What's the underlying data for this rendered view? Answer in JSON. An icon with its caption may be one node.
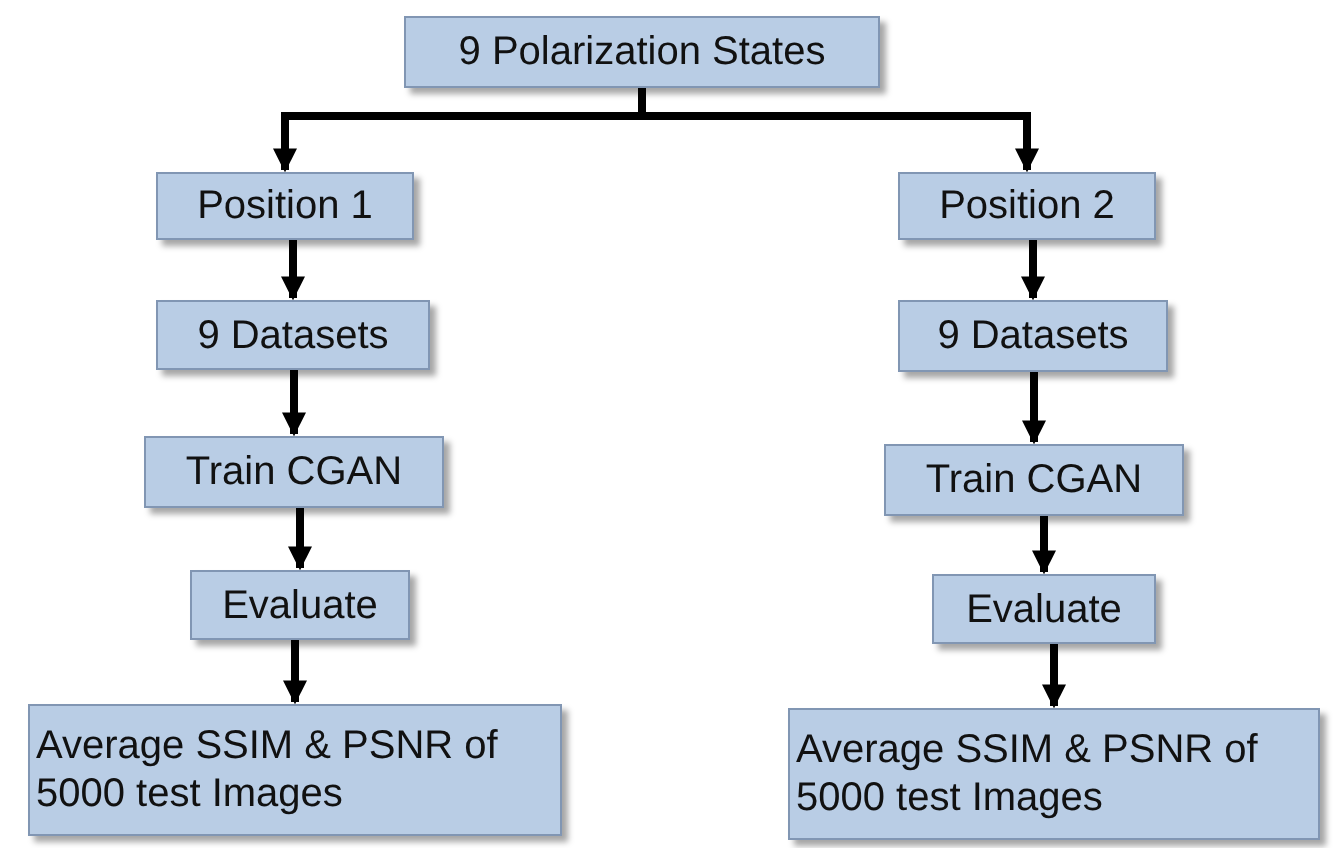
{
  "diagram": {
    "nodes": [
      {
        "text": [
          "9 Polarization States"
        ]
      },
      {
        "text": [
          "Position 1"
        ]
      },
      {
        "text": [
          "Position 2"
        ]
      },
      {
        "text": [
          "9 Datasets"
        ]
      },
      {
        "text": [
          "9 Datasets"
        ]
      },
      {
        "text": [
          "Train CGAN"
        ]
      },
      {
        "text": [
          "Train CGAN"
        ]
      },
      {
        "text": [
          "Evaluate"
        ]
      },
      {
        "text": [
          "Evaluate"
        ]
      },
      {
        "text": [
          "Average SSIM & PSNR of 5000 test Images"
        ]
      },
      {
        "text": [
          "Average SSIM & PSNR of 5000 test Images"
        ]
      }
    ],
    "edges": [
      {
        "from": 0,
        "to": 1,
        "arrow": "to"
      },
      {
        "from": 0,
        "to": 2,
        "arrow": "to"
      },
      {
        "from": 1,
        "to": 3,
        "arrow": "to"
      },
      {
        "from": 3,
        "to": 5,
        "arrow": "to"
      },
      {
        "from": 5,
        "to": 7,
        "arrow": "to"
      },
      {
        "from": 7,
        "to": 9,
        "arrow": "to"
      },
      {
        "from": 2,
        "to": 4,
        "arrow": "to"
      },
      {
        "from": 4,
        "to": 6,
        "arrow": "to"
      },
      {
        "from": 6,
        "to": 8,
        "arrow": "to"
      },
      {
        "from": 8,
        "to": 10,
        "arrow": "to"
      }
    ]
  }
}
